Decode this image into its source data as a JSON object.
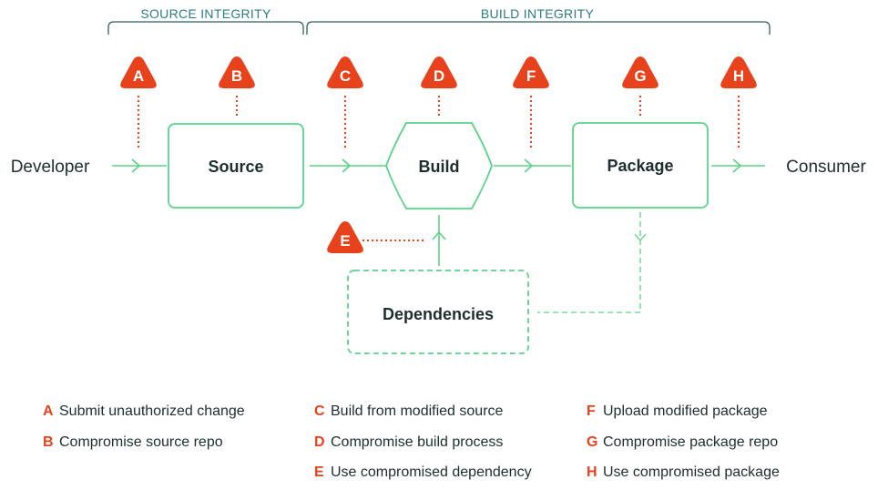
{
  "groups": {
    "source_integrity": "SOURCE INTEGRITY",
    "build_integrity": "BUILD INTEGRITY"
  },
  "actors": {
    "developer": "Developer",
    "consumer": "Consumer"
  },
  "nodes": {
    "source": "Source",
    "build": "Build",
    "package": "Package",
    "dependencies": "Dependencies"
  },
  "threat_markers": [
    "A",
    "B",
    "C",
    "D",
    "E",
    "F",
    "G",
    "H"
  ],
  "legend": [
    {
      "letter": "A",
      "text": "Submit unauthorized change"
    },
    {
      "letter": "B",
      "text": "Compromise source repo"
    },
    {
      "letter": "C",
      "text": "Build from modified source"
    },
    {
      "letter": "D",
      "text": "Compromise build process"
    },
    {
      "letter": "E",
      "text": "Use compromised dependency"
    },
    {
      "letter": "F",
      "text": "Upload modified package"
    },
    {
      "letter": "G",
      "text": "Compromise package repo"
    },
    {
      "letter": "H",
      "text": "Use compromised package"
    }
  ],
  "colors": {
    "threat": "#e8421c",
    "flow": "#5ad389",
    "text": "#1f2d2e",
    "group_label": "#2c7d7c"
  }
}
